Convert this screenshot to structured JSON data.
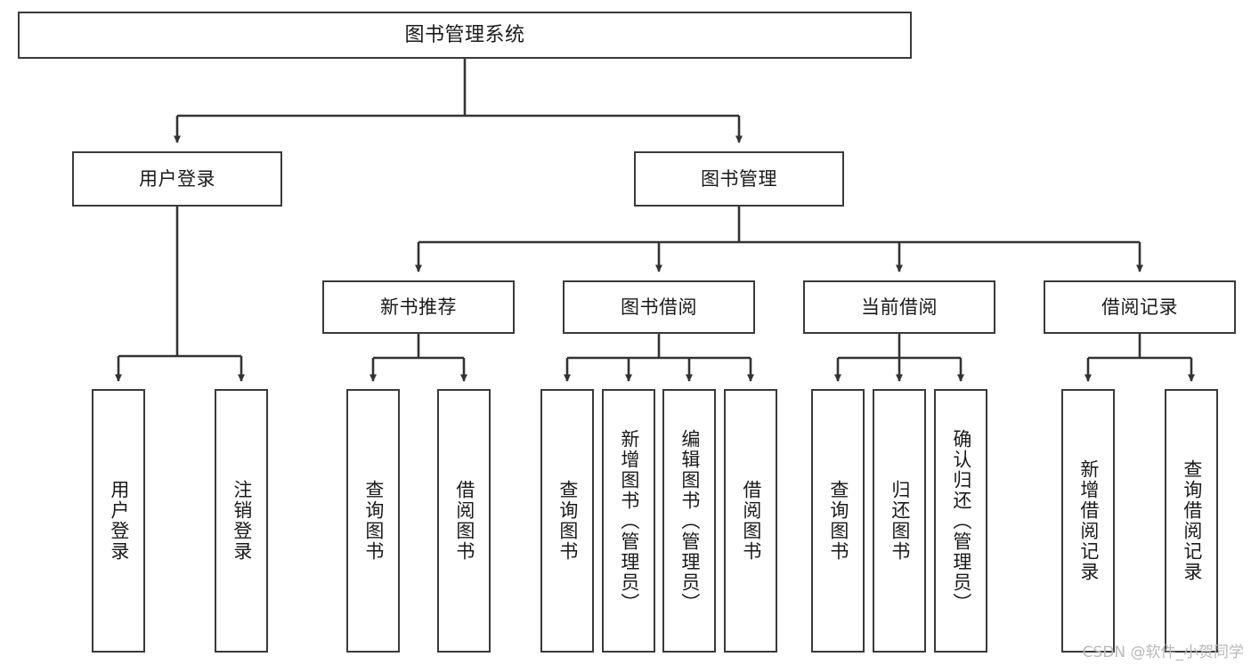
{
  "diagram": {
    "title": "图书管理系统",
    "type": "tree-hierarchy",
    "watermark": "CSDN @软件_小贺同学",
    "colors": {
      "box_border": "#3a3a3a",
      "box_fill": "#ffffff",
      "edge": "#333333",
      "text": "#1a1a1a",
      "watermark": "#b9b9b9"
    },
    "levels": {
      "root": {
        "label": "图书管理系统"
      },
      "level2": [
        {
          "label": "用户登录"
        },
        {
          "label": "图书管理"
        }
      ],
      "level3": [
        {
          "label": "新书推荐"
        },
        {
          "label": "图书借阅"
        },
        {
          "label": "当前借阅"
        },
        {
          "label": "借阅记录"
        }
      ],
      "leaves": {
        "user_login": [
          {
            "label": "用户登录"
          },
          {
            "label": "注销登录"
          }
        ],
        "new_book_recommend": [
          {
            "label": "查询图书"
          },
          {
            "label": "借阅图书"
          }
        ],
        "book_borrow": [
          {
            "label": "查询图书"
          },
          {
            "label": "新增图书（管理员）"
          },
          {
            "label": "编辑图书（管理员）"
          },
          {
            "label": "借阅图书"
          }
        ],
        "current_borrow": [
          {
            "label": "查询图书"
          },
          {
            "label": "归还图书"
          },
          {
            "label": "确认归还（管理员）"
          }
        ],
        "borrow_record": [
          {
            "label": "新增借阅记录"
          },
          {
            "label": "查询借阅记录"
          }
        ]
      }
    }
  }
}
